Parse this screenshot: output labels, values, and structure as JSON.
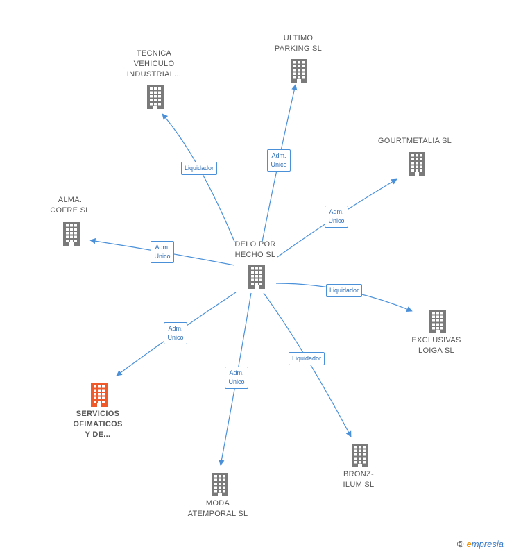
{
  "center": {
    "label": "DELO POR\nHECHO  SL"
  },
  "nodes": [
    {
      "id": "tecnica",
      "label": "TECNICA\nVEHICULO\nINDUSTRIAL...",
      "highlight": false
    },
    {
      "id": "ultimo",
      "label": "ULTIMO\nPARKING SL",
      "highlight": false
    },
    {
      "id": "gourmetalia",
      "label": "GOURTMETALIA SL",
      "highlight": false
    },
    {
      "id": "alma",
      "label": "ALMA.\nCOFRE  SL",
      "highlight": false
    },
    {
      "id": "exclusivas",
      "label": "EXCLUSIVAS\nLOIGA SL",
      "highlight": false
    },
    {
      "id": "servicios",
      "label": "SERVICIOS\nOFIMATICOS\nY DE...",
      "highlight": true
    },
    {
      "id": "moda",
      "label": "MODA\nATEMPORAL SL",
      "highlight": false
    },
    {
      "id": "bronzilum",
      "label": "BRONZ-\nILUM SL",
      "highlight": false
    }
  ],
  "edges": [
    {
      "to": "tecnica",
      "label": "Liquidador"
    },
    {
      "to": "ultimo",
      "label": "Adm.\nUnico"
    },
    {
      "to": "gourmetalia",
      "label": "Adm.\nUnico"
    },
    {
      "to": "alma",
      "label": "Adm.\nUnico"
    },
    {
      "to": "exclusivas",
      "label": "Liquidador"
    },
    {
      "to": "servicios",
      "label": "Adm.\nUnico"
    },
    {
      "to": "moda",
      "label": "Adm.\nUnico"
    },
    {
      "to": "bronzilum",
      "label": "Liquidador"
    }
  ],
  "colors": {
    "building": "#7a7a7a",
    "building_highlight": "#f05a2a",
    "edge": "#4a90d9",
    "edge_label_text": "#2f6fb5"
  },
  "footer": {
    "copyright": "©",
    "brand_initial": "e",
    "brand_rest": "mpresia"
  }
}
